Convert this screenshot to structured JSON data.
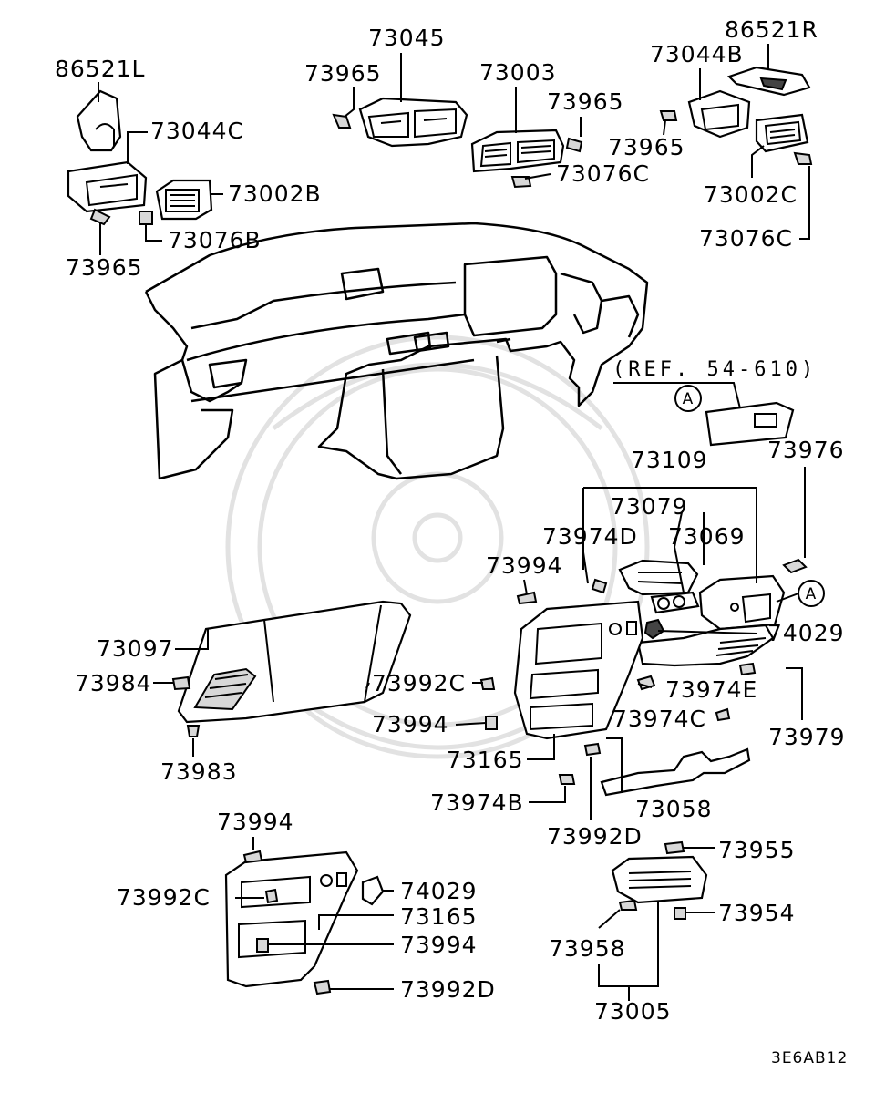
{
  "diagram": {
    "drawing_code": "3E6AB12",
    "reference": "(REF. 54-610)",
    "callout_letter": "A",
    "labels": {
      "l86521L": "86521L",
      "l73044C": "73044C",
      "l73002B": "73002B",
      "l73076B": "73076B",
      "l73965_a": "73965",
      "l73965_b": "73965",
      "l73045": "73045",
      "l73003": "73003",
      "l73965_c": "73965",
      "l73076C_a": "73076C",
      "l86521R": "86521R",
      "l73044B": "73044B",
      "l73965_d": "73965",
      "l73002C": "73002C",
      "l73076C_b": "73076C",
      "l73976": "73976",
      "l73109": "73109",
      "l73079": "73079",
      "l73974D": "73974D",
      "l73069": "73069",
      "l73994_a": "73994",
      "l74029_a": "74029",
      "l73097": "73097",
      "l73984": "73984",
      "l73992C_a": "73992C",
      "l73974E": "73974E",
      "l73994_b": "73994",
      "l73974C": "73974C",
      "l73979": "73979",
      "l73983": "73983",
      "l73165_a": "73165",
      "l73974B": "73974B",
      "l73058": "73058",
      "l73992D_a": "73992D",
      "l73994_c": "73994",
      "l73955": "73955",
      "l73992C_b": "73992C",
      "l74029_b": "74029",
      "l73165_b": "73165",
      "l73994_d": "73994",
      "l73954": "73954",
      "l73958": "73958",
      "l73992D_b": "73992D",
      "l73005": "73005"
    }
  }
}
